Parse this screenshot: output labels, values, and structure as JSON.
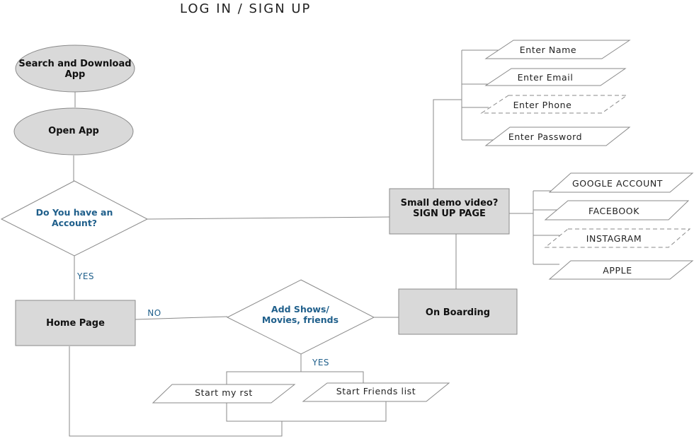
{
  "title": "LOG IN / SIGN UP",
  "nodes": {
    "search_download": "Search and Download App",
    "open_app": "Open App",
    "have_account": "Do You have an Account?",
    "home_page": "Home Page",
    "add_shows": "Add Shows/ Movies, friends",
    "on_boarding": "On Boarding",
    "signup_line1": "Small demo video?",
    "signup_line2": "SIGN UP PAGE",
    "start_my_list": "Start my rst",
    "start_friends_list": "Start Friends list"
  },
  "signup_fields": [
    "Enter Name",
    "Enter Email",
    "Enter Phone",
    "Enter Password"
  ],
  "social_accounts": [
    "GOOGLE ACCOUNT",
    "FACEBOOK",
    "INSTAGRAM",
    "APPLE"
  ],
  "edge_labels": {
    "yes_home": "YES",
    "no_home": "NO",
    "yes_lists": "YES"
  }
}
